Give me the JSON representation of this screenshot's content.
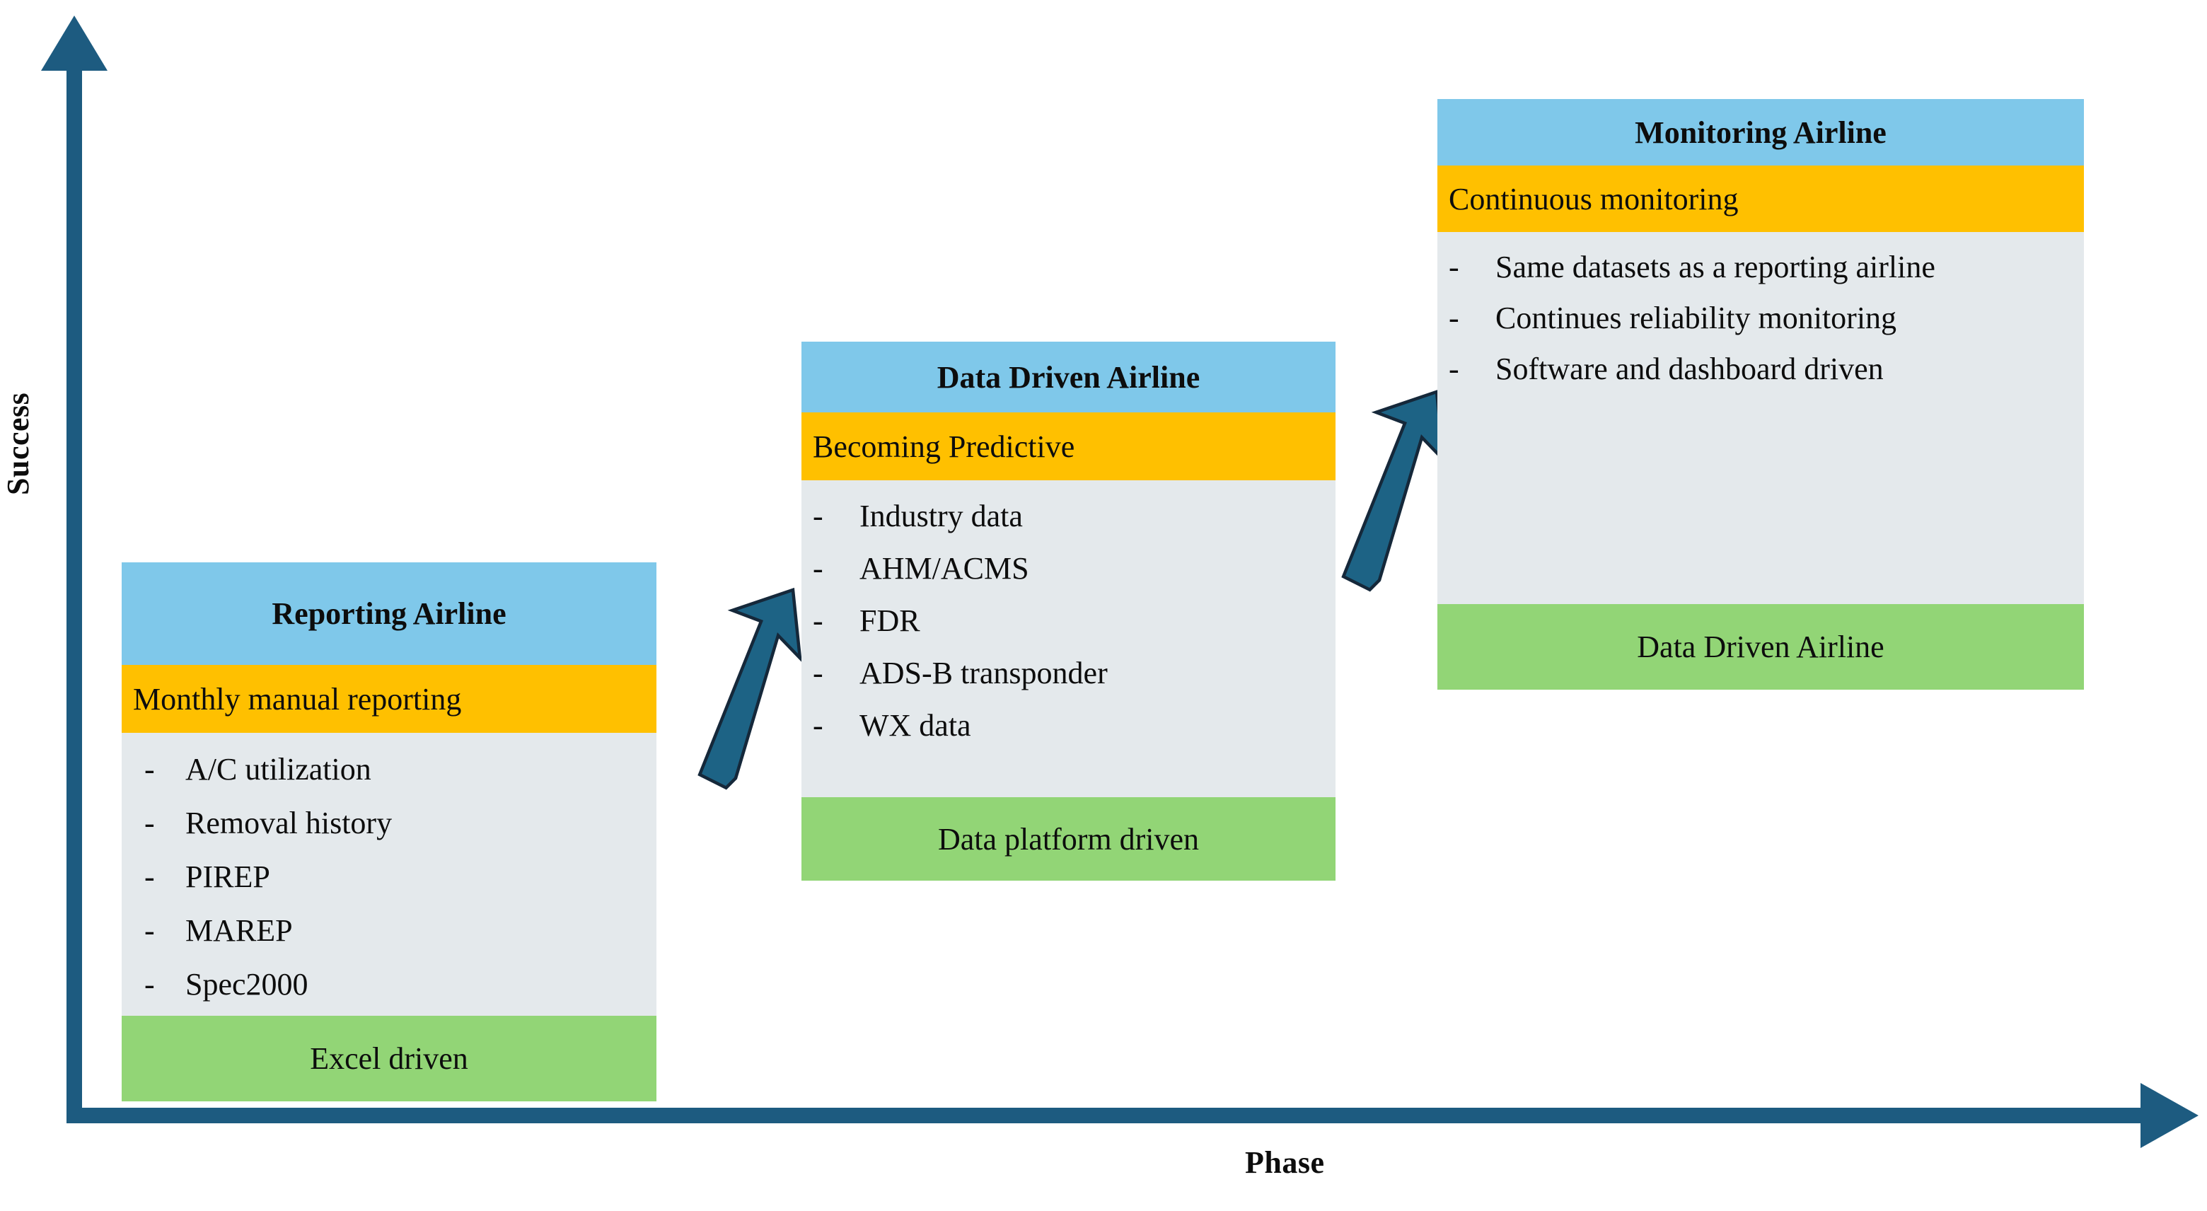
{
  "chart_data": {
    "type": "diagram",
    "title": "",
    "xlabel": "Phase",
    "ylabel": "Success",
    "grid": false,
    "legend": "none",
    "description": "Airline data maturity staircase: three stacked-band cards rising left-to-right, connected by upward block arrows.",
    "categories": [
      "Reporting Airline",
      "Data Driven Airline",
      "Monitoring Airline"
    ],
    "values": [
      1,
      2,
      3
    ],
    "stages": [
      {
        "index": 1,
        "title": "Reporting Airline",
        "subtitle": "Monthly manual reporting",
        "bullets": [
          "A/C utilization",
          "Removal history",
          "PIREP",
          "MAREP",
          "Spec2000"
        ],
        "footer": "Excel driven"
      },
      {
        "index": 2,
        "title": "Data Driven Airline",
        "subtitle": "Becoming Predictive",
        "bullets": [
          "Industry data",
          "AHM/ACMS",
          "FDR",
          "ADS-B transponder",
          "WX data"
        ],
        "footer": "Data platform driven"
      },
      {
        "index": 3,
        "title": "Monitoring Airline",
        "subtitle": "Continuous monitoring",
        "bullets": [
          "Same datasets as a reporting airline",
          "Continues reliability monitoring",
          "Software and dashboard driven"
        ],
        "footer": "Data Driven Airline"
      }
    ]
  },
  "axes": {
    "y_label": "Success",
    "x_label": "Phase"
  },
  "bullet_marker": "-",
  "colors": {
    "title_band": "#7FC8EA",
    "subtitle_band": "#FFC000",
    "body_band": "#E4E9EC",
    "footer_band": "#92D576",
    "axis": "#1D5B80",
    "arrow_fill": "#1D6385",
    "arrow_stroke": "#15283A",
    "text": "#0D0D0D"
  }
}
